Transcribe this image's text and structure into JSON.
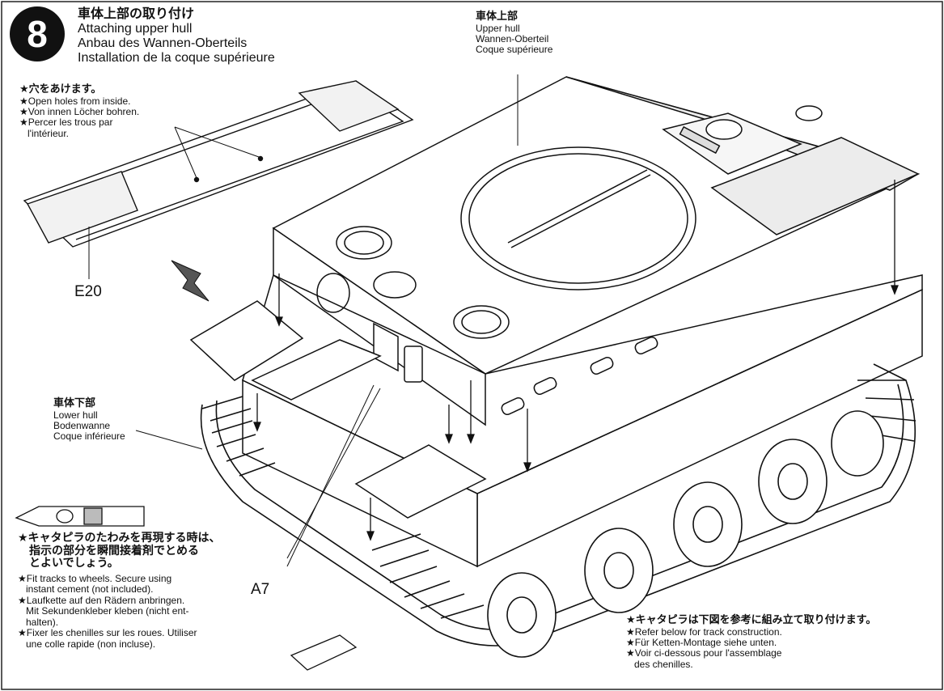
{
  "step": {
    "number": "8",
    "title_ja": "車体上部の取り付け",
    "title_en": "Attaching upper hull",
    "title_de": "Anbau des Wannen-Oberteils",
    "title_fr": "Installation de la coque supérieure"
  },
  "upper_hull": {
    "ja": "車体上部",
    "en": "Upper hull",
    "de": "Wannen-Oberteil",
    "fr": "Coque supérieure"
  },
  "holes_note": {
    "ja": "★穴をあけます。",
    "en": "★Open holes from inside.",
    "de": "★Von innen Löcher bohren.",
    "fr_1": "★Percer les trous par",
    "fr_2": "l'intérieur."
  },
  "part_e20": "E20",
  "lower_hull": {
    "ja": "車体下部",
    "en": "Lower hull",
    "de": "Bodenwanne",
    "fr": "Coque inférieure"
  },
  "part_a7": "A7",
  "tracks_note": {
    "ja_1": "★キャタピラのたわみを再現する時は、",
    "ja_2": "指示の部分を瞬間接着剤でとめる",
    "ja_3": "とよいでしょう。",
    "en_1": "★Fit tracks to wheels. Secure using",
    "en_2": "instant cement (not included).",
    "de_1": "★Laufkette auf den Rädern anbringen.",
    "de_2": "Mit Sekundenkleber kleben (nicht ent-",
    "de_3": "halten).",
    "fr_1": "★Fixer les chenilles sur les roues. Utiliser",
    "fr_2": "une colle rapide (non incluse)."
  },
  "track_construction": {
    "ja": "★キャタピラは下図を参考に組み立て取り付けます。",
    "en": "★Refer below for track construction.",
    "de": "★Für Ketten-Montage siehe unten.",
    "fr_1": "★Voir ci-dessous pour l'assemblage",
    "fr_2": "des chenilles."
  }
}
